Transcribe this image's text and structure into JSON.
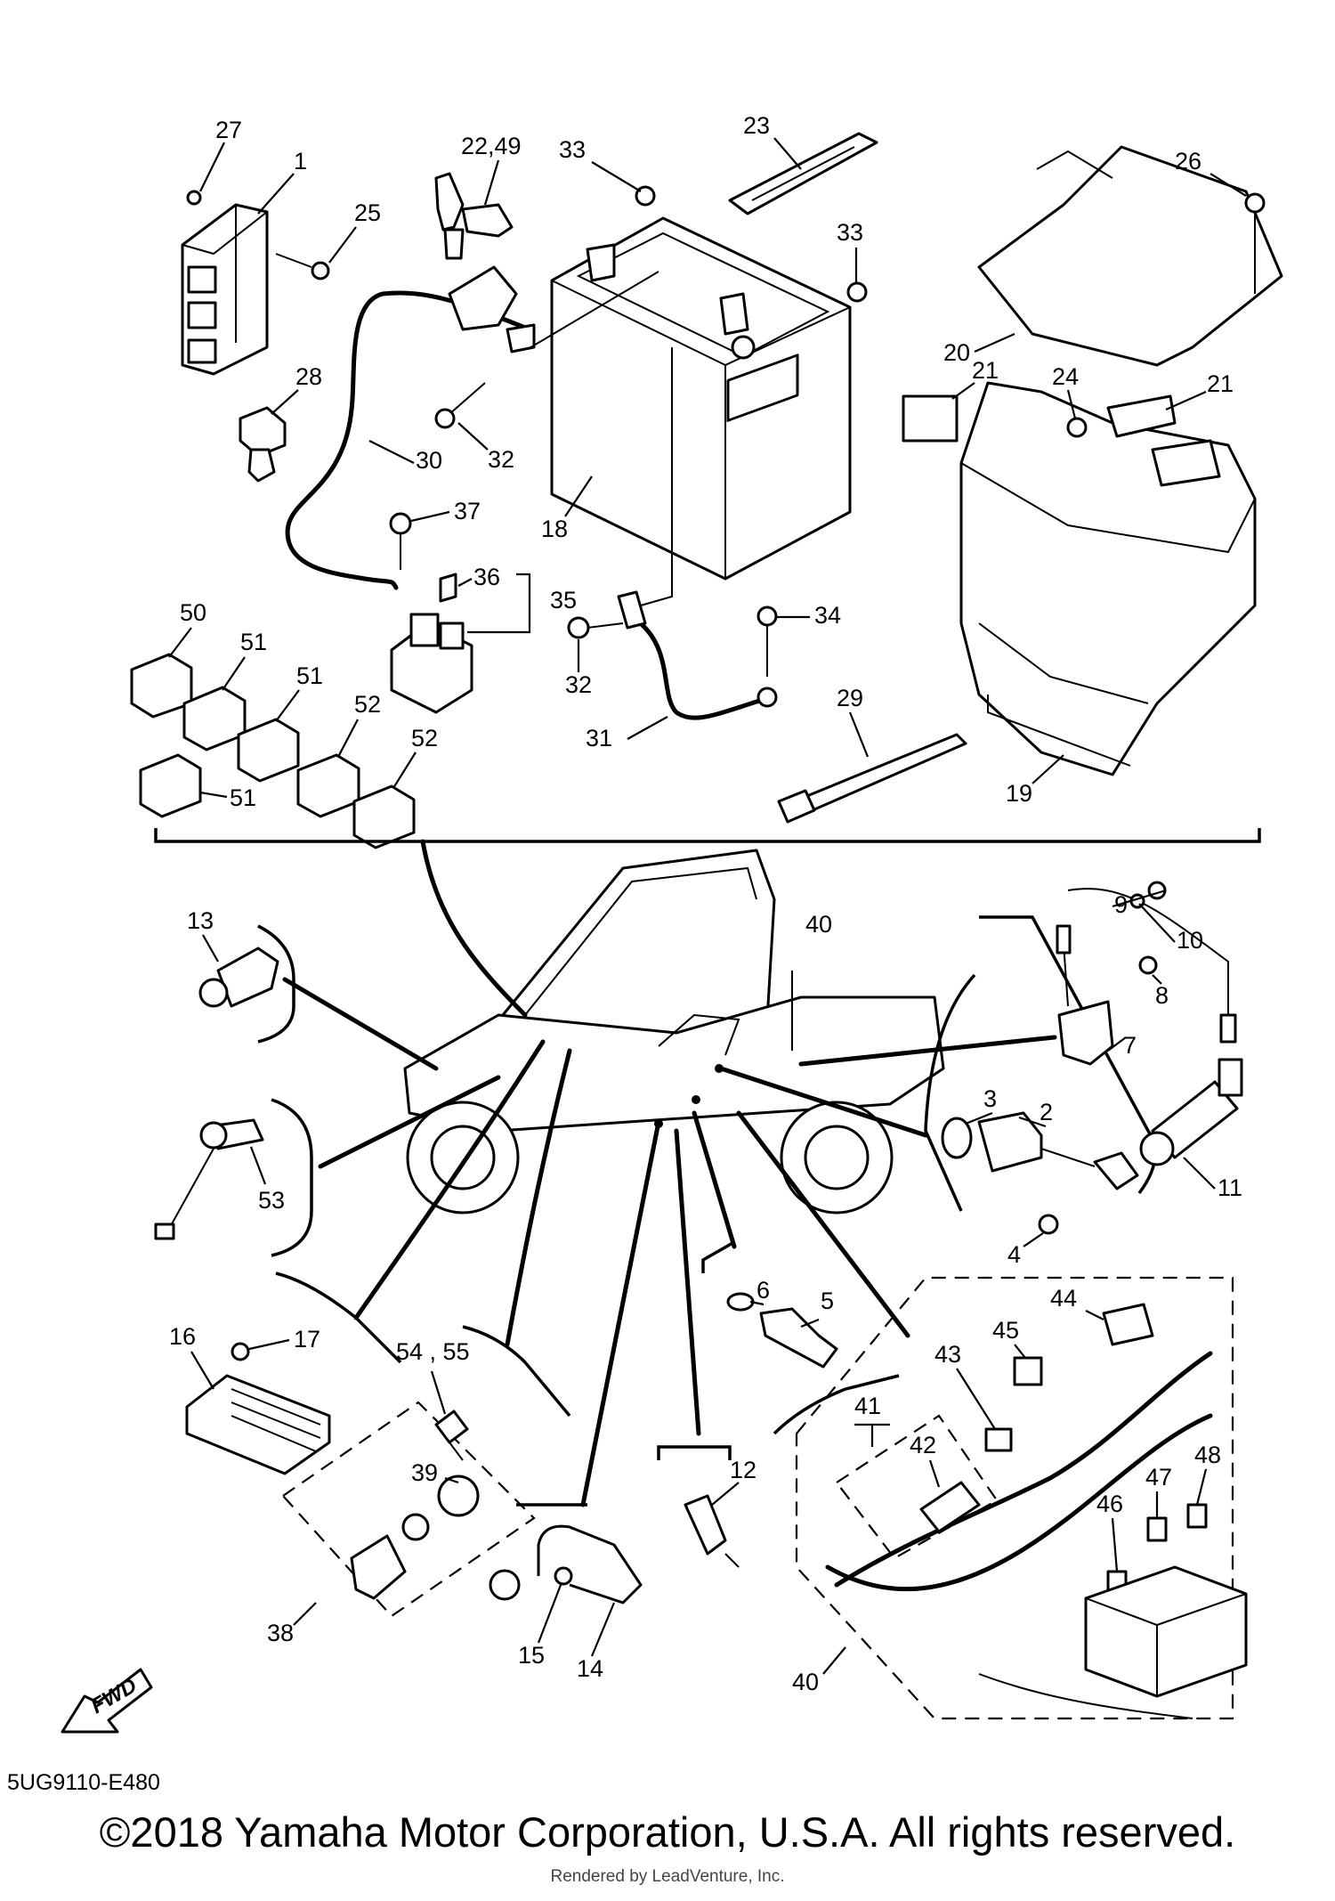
{
  "diagram": {
    "code": "5UG9110-E480",
    "copyright": "©2018 Yamaha Motor Corporation, U.S.A. All rights reserved.",
    "rendered_by": "Rendered by LeadVenture, Inc.",
    "fwd_label": "FWD"
  },
  "callouts": [
    {
      "id": "1",
      "label": "1"
    },
    {
      "id": "2",
      "label": "2"
    },
    {
      "id": "3",
      "label": "3"
    },
    {
      "id": "4",
      "label": "4"
    },
    {
      "id": "5",
      "label": "5"
    },
    {
      "id": "6",
      "label": "6"
    },
    {
      "id": "7",
      "label": "7"
    },
    {
      "id": "8",
      "label": "8"
    },
    {
      "id": "9",
      "label": "9"
    },
    {
      "id": "10",
      "label": "10"
    },
    {
      "id": "11",
      "label": "11"
    },
    {
      "id": "12",
      "label": "12"
    },
    {
      "id": "13",
      "label": "13"
    },
    {
      "id": "14",
      "label": "14"
    },
    {
      "id": "15",
      "label": "15"
    },
    {
      "id": "16",
      "label": "16"
    },
    {
      "id": "17",
      "label": "17"
    },
    {
      "id": "18",
      "label": "18"
    },
    {
      "id": "19",
      "label": "19"
    },
    {
      "id": "20",
      "label": "20"
    },
    {
      "id": "21a",
      "label": "21"
    },
    {
      "id": "21b",
      "label": "21"
    },
    {
      "id": "22_49",
      "label": "22,49"
    },
    {
      "id": "23",
      "label": "23"
    },
    {
      "id": "24",
      "label": "24"
    },
    {
      "id": "25",
      "label": "25"
    },
    {
      "id": "26",
      "label": "26"
    },
    {
      "id": "27",
      "label": "27"
    },
    {
      "id": "28",
      "label": "28"
    },
    {
      "id": "29",
      "label": "29"
    },
    {
      "id": "30",
      "label": "30"
    },
    {
      "id": "31",
      "label": "31"
    },
    {
      "id": "32a",
      "label": "32"
    },
    {
      "id": "32b",
      "label": "32"
    },
    {
      "id": "33a",
      "label": "33"
    },
    {
      "id": "33b",
      "label": "33"
    },
    {
      "id": "34",
      "label": "34"
    },
    {
      "id": "35",
      "label": "35"
    },
    {
      "id": "36",
      "label": "36"
    },
    {
      "id": "37",
      "label": "37"
    },
    {
      "id": "38",
      "label": "38"
    },
    {
      "id": "39",
      "label": "39"
    },
    {
      "id": "40a",
      "label": "40"
    },
    {
      "id": "40b",
      "label": "40"
    },
    {
      "id": "41",
      "label": "41"
    },
    {
      "id": "42",
      "label": "42"
    },
    {
      "id": "43",
      "label": "43"
    },
    {
      "id": "44",
      "label": "44"
    },
    {
      "id": "45",
      "label": "45"
    },
    {
      "id": "46",
      "label": "46"
    },
    {
      "id": "47",
      "label": "47"
    },
    {
      "id": "48",
      "label": "48"
    },
    {
      "id": "50",
      "label": "50"
    },
    {
      "id": "51a",
      "label": "51"
    },
    {
      "id": "51b",
      "label": "51"
    },
    {
      "id": "51c",
      "label": "51"
    },
    {
      "id": "52a",
      "label": "52"
    },
    {
      "id": "52b",
      "label": "52"
    },
    {
      "id": "53",
      "label": "53"
    },
    {
      "id": "54_55",
      "label": "54 , 55"
    }
  ]
}
